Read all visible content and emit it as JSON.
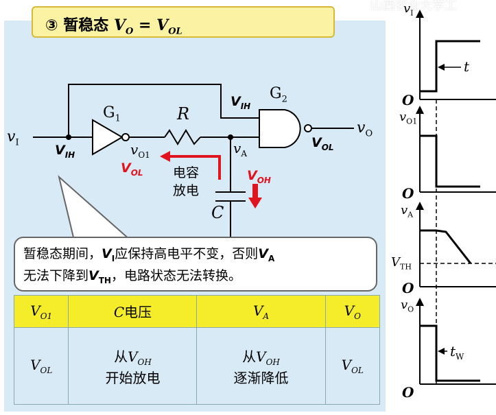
{
  "title": "③ 暂稳态 V_O = V_OL",
  "title_parts": {
    "prefix": "③ 暂稳态 ",
    "formula": "V",
    "sub_o": "O",
    "eq": " = V",
    "sub_ol": "OL"
  },
  "watermark": "山西农业大学工",
  "circuit": {
    "vi": "v",
    "vi_sub": "I",
    "vih_left": "V",
    "vih_left_sub": "IH",
    "g1": "G",
    "g1_sub": "1",
    "r": "R",
    "vo1": "v",
    "vo1_sub": "O1",
    "va": "v",
    "va_sub": "A",
    "vih_top": "V",
    "vih_top_sub": "IH",
    "g2": "G",
    "g2_sub": "2",
    "vo": "v",
    "vo_sub": "O",
    "vol_g2": "V",
    "vol_g2_sub": "OL",
    "vol_red": "V",
    "vol_red_sub": "OL",
    "voh_red": "V",
    "voh_red_sub": "OH",
    "discharge_1": "电容",
    "discharge_2": "放电",
    "c": "C"
  },
  "callout": {
    "line1_a": "暂稳态期间，",
    "line1_v": "V",
    "line1_vsub": "I",
    "line1_b": "应保持高电平不变，否则",
    "line1_v2": "V",
    "line1_v2sub": "A",
    "line2_a": "无法下降到",
    "line2_v": "V",
    "line2_vsub": "TH",
    "line2_b": "，电路状态无法转换。"
  },
  "table": {
    "headers": [
      {
        "pre": "",
        "sym": "V",
        "sub": "O1",
        "post": ""
      },
      {
        "pre": "",
        "sym": "C",
        "sub": "",
        "post": "电压"
      },
      {
        "pre": "",
        "sym": "V",
        "sub": "A",
        "post": ""
      },
      {
        "pre": "",
        "sym": "V",
        "sub": "O",
        "post": ""
      }
    ],
    "row": [
      {
        "l1pre": "",
        "l1sym": "V",
        "l1sub": "OL",
        "l2": ""
      },
      {
        "l1pre": "从",
        "l1sym": "V",
        "l1sub": "OH",
        "l2": "开始放电"
      },
      {
        "l1pre": "从",
        "l1sym": "V",
        "l1sub": "OH",
        "l2": "逐渐降低"
      },
      {
        "l1pre": "",
        "l1sym": "V",
        "l1sub": "OL",
        "l2": ""
      }
    ]
  },
  "waveforms": {
    "vi": "v",
    "vi_sub": "I",
    "t": "t",
    "zero1": "O",
    "vo1": "v",
    "vo1_sub": "O1",
    "zero2": "O",
    "va": "v",
    "va_sub": "A",
    "vth": "V",
    "vth_sub": "TH",
    "zero3": "O",
    "vo": "v",
    "vo_sub": "O",
    "tw": "t",
    "tw_sub": "W",
    "zero4": "O"
  },
  "colors": {
    "panel": "#d8eaf6",
    "title_bg": "#fbf2a3",
    "table_head": "#f6ed2a",
    "red": "#e0141e"
  }
}
